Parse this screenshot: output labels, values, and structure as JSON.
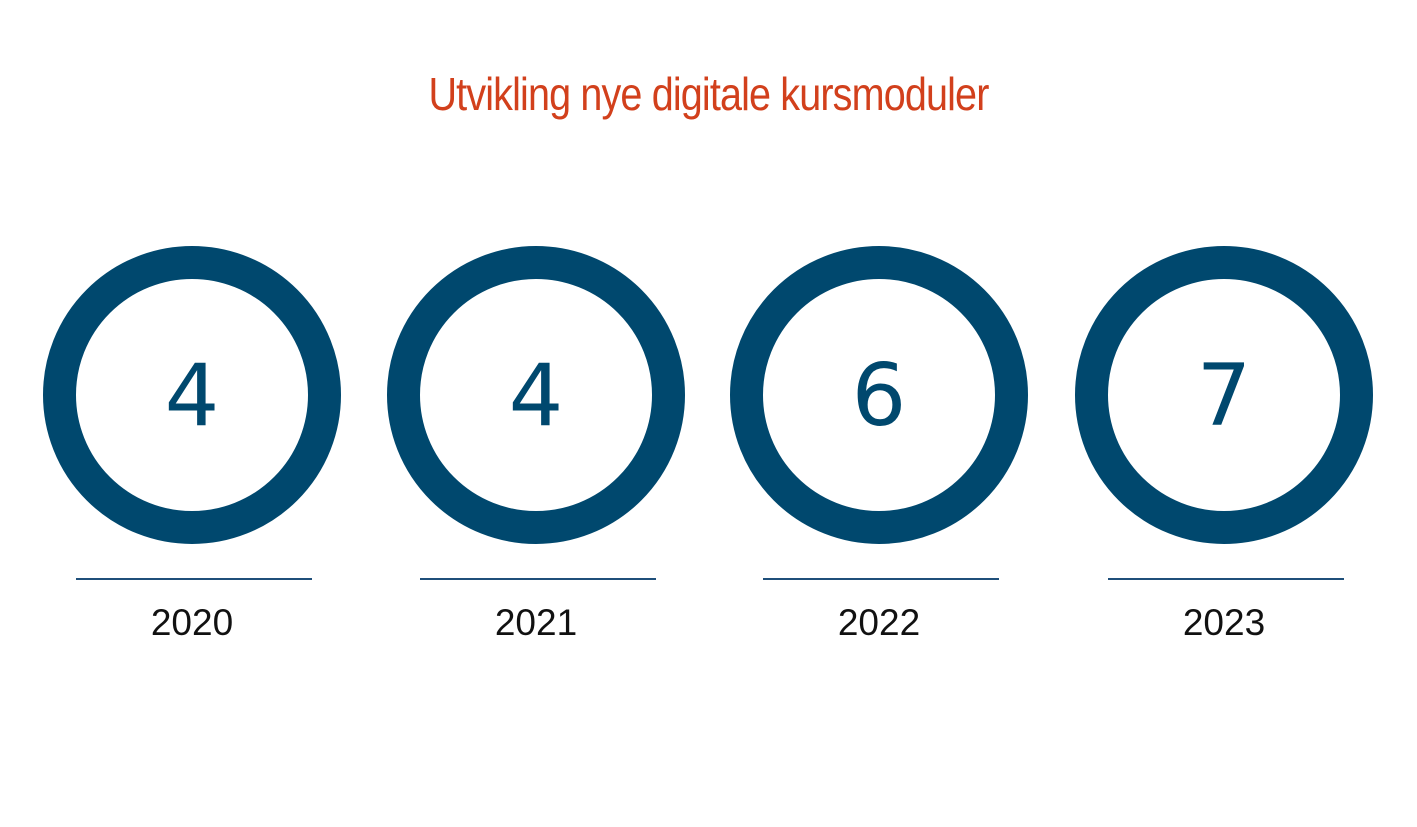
{
  "chart_data": {
    "type": "table",
    "title": "Utvikling nye digitale kursmoduler",
    "categories": [
      "2020",
      "2021",
      "2022",
      "2023"
    ],
    "values": [
      4,
      4,
      6,
      7
    ]
  },
  "colors": {
    "title": "#d2401c",
    "ring": "#00486e",
    "value": "#00486e",
    "divider": "#1f4f7a"
  }
}
